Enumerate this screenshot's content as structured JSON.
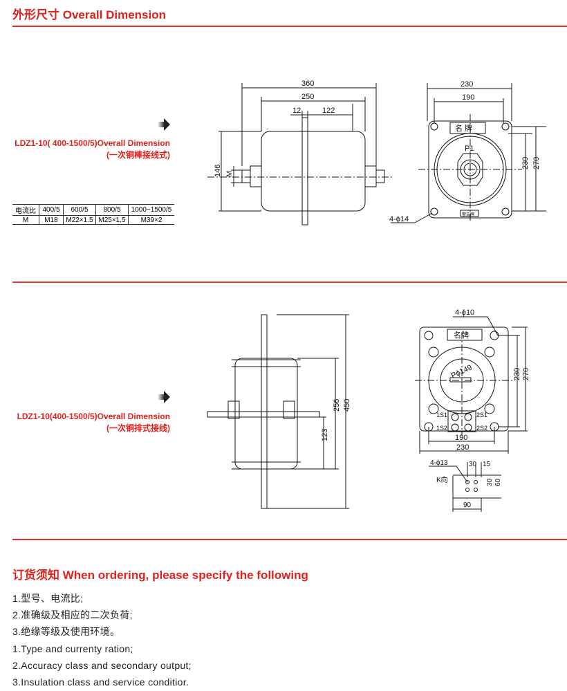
{
  "section1": {
    "title": "外形尺寸  Overall Dimension"
  },
  "drawing1": {
    "caption_line1": "LDZ1-10( 400-1500/5)Overall Dimension",
    "caption_line2": "(一次铜棒接线式)",
    "side_dims": [
      "360",
      "250",
      "12",
      "122",
      "146",
      "M"
    ],
    "front_dims": [
      "230",
      "190",
      "230",
      "270",
      "4-ϕ14"
    ],
    "nameplate": "名 牌",
    "terminal": "P1",
    "warning_plate": "警告牌"
  },
  "spec_table": {
    "rows": [
      [
        "电流比",
        "400/5",
        "600/5",
        "800/5",
        "1000~1500/5"
      ],
      [
        "M",
        "M18",
        "M22×1.5",
        "M25×1.5",
        "M39×2"
      ]
    ]
  },
  "drawing2": {
    "caption_line1": "LDZ1-10(400-1500/5)Overall Dimension",
    "caption_line2": "(一次铜排式接线)",
    "side_dims": [
      "256",
      "450",
      "123"
    ],
    "front_dims": [
      "4-ϕ10",
      "230",
      "270",
      "190",
      "230"
    ],
    "nameplate": "名牌",
    "bore": "Pϕ149",
    "terminals": [
      "1S1",
      "2S1",
      "1S2",
      "2S2"
    ],
    "k_view": {
      "holes": "4-ϕ13",
      "dims": [
        "30",
        "15",
        "30",
        "60",
        "90"
      ],
      "label": "K向"
    }
  },
  "ordering": {
    "title": "订货须知  When ordering, please specify the following",
    "items": [
      "1.型号、电流比;",
      "2.准确级及相应的二次负荷;",
      "3.绝缘等级及使用环境。",
      "1.Type and currenty ration;",
      "2.Accuracy class and secondary output;",
      "3.Insulation class and service conditior."
    ]
  }
}
